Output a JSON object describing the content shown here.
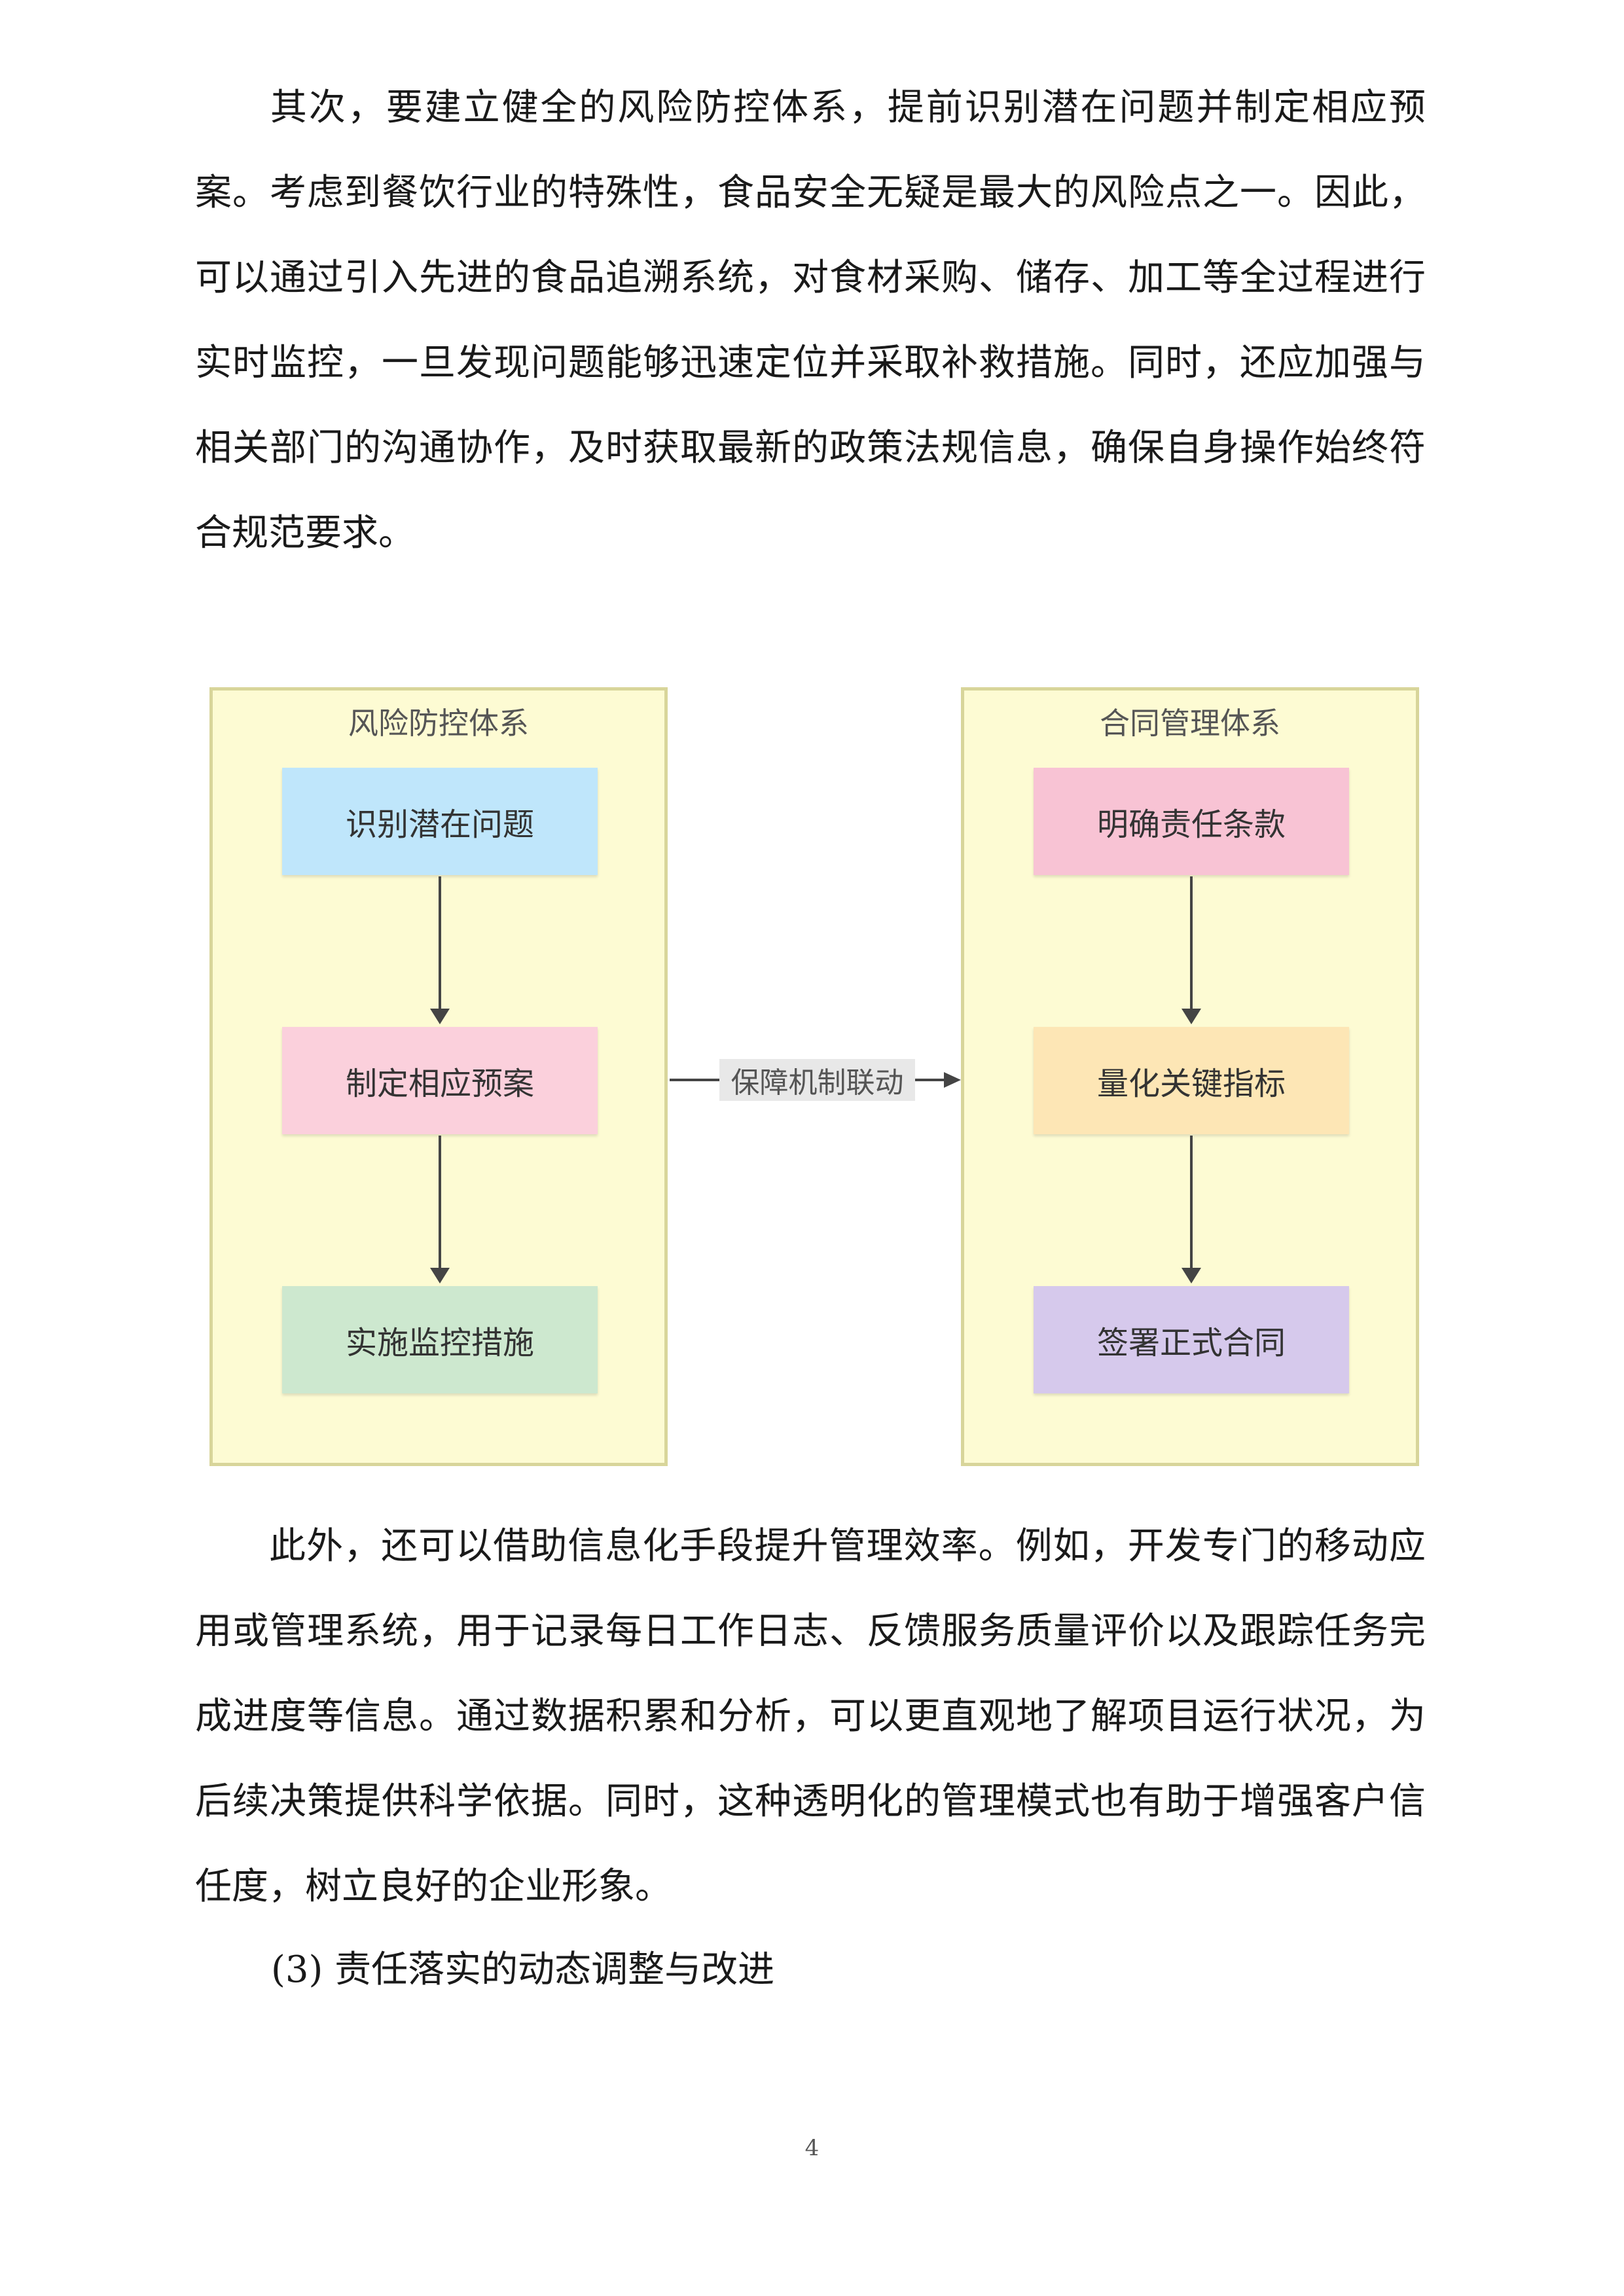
{
  "paragraphs": {
    "p1": "其次，要建立健全的风险防控体系，提前识别潜在问题并制定相应预案。考虑到餐饮行业的特殊性，食品安全无疑是最大的风险点之一。因此，可以通过引入先进的食品追溯系统，对食材采购、储存、加工等全过程进行实时监控，一旦发现问题能够迅速定位并采取补救措施。同时，还应加强与相关部门的沟通协作，及时获取最新的政策法规信息，确保自身操作始终符合规范要求。",
    "p2": "此外，还可以借助信息化手段提升管理效率。例如，开发专门的移动应用或管理系统，用于记录每日工作日志、反馈服务质量评价以及跟踪任务完成进度等信息。通过数据积累和分析，可以更直观地了解项目运行状况，为后续决策提供科学依据。同时，这种透明化的管理模式也有助于增强客户信任度，树立良好的企业形象。",
    "heading3": "(3) 责任落实的动态调整与改进"
  },
  "diagram": {
    "risk_group": {
      "title": "风险防控体系",
      "nodes": [
        "识别潜在问题",
        "制定相应预案",
        "实施监控措施"
      ],
      "colors": [
        "#bfe6fb",
        "#fbd0dc",
        "#cde8cf"
      ]
    },
    "contract_group": {
      "title": "合同管理体系",
      "nodes": [
        "明确责任条款",
        "量化关键指标",
        "签署正式合同"
      ],
      "colors": [
        "#f8c3d4",
        "#fde6b5",
        "#d6c9ec"
      ]
    },
    "link_label": "保障机制联动"
  },
  "page_number": "4"
}
